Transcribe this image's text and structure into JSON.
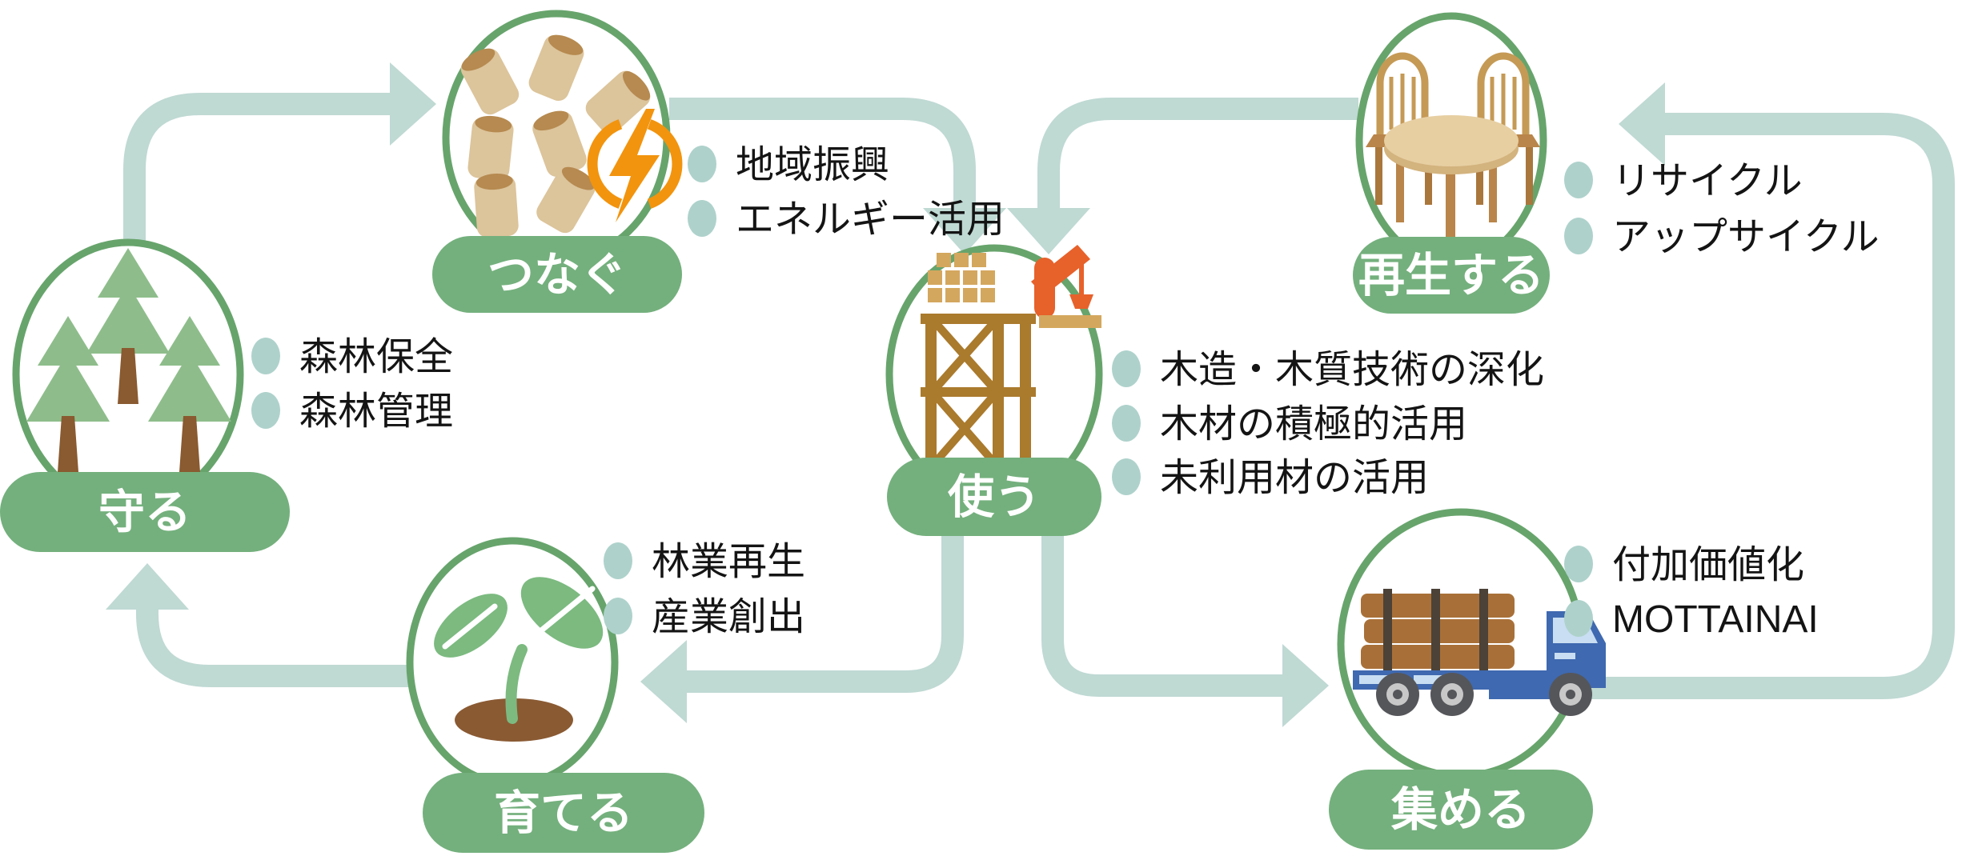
{
  "colors": {
    "arrow": "#bfd9d3",
    "bullet_dot": "#aed2cb",
    "circle_stroke": "#67a46c",
    "pill_green": "#74b07d",
    "pill_text": "#ffffff",
    "text": "#141414",
    "energy_orange": "#f2940e",
    "crane_orange": "#e7612b",
    "wood_brown": "#aa7a2d",
    "tan": "#d4a75e",
    "pellet": "#dcc49b",
    "tree_green": "#8ebd8b",
    "trunk_brown": "#8a5a30",
    "leaf_green": "#7cba80",
    "soil_brown": "#8a5a33",
    "truck_blue": "#3f69b0",
    "log_brown": "#a87038",
    "furniture_tan": "#e7cfa2"
  },
  "nodes": [
    {
      "id": "mamoru",
      "label": "守る",
      "icon": "forest-icon",
      "bullets": [
        "森林保全",
        "森林管理"
      ]
    },
    {
      "id": "tsunagu",
      "label": "つなぐ",
      "icon": "wood-pellets-energy-icon",
      "bullets": [
        "地域振興",
        "エネルギー活用"
      ]
    },
    {
      "id": "tsukau",
      "label": "使う",
      "icon": "timber-construction-icon",
      "bullets": [
        "木造・木質技術の深化",
        "木材の積極的活用",
        "未利用材の活用"
      ]
    },
    {
      "id": "saisei",
      "label": "再生する",
      "icon": "table-chairs-icon",
      "bullets": [
        "リサイクル",
        "アップサイクル"
      ]
    },
    {
      "id": "atsumeru",
      "label": "集める",
      "icon": "log-truck-icon",
      "bullets": [
        "付加価値化",
        "MOTTAINAI"
      ]
    },
    {
      "id": "sodateru",
      "label": "育てる",
      "icon": "seedling-icon",
      "bullets": [
        "林業再生",
        "産業創出"
      ]
    }
  ],
  "flows": [
    {
      "from": "守る",
      "to": "つなぐ"
    },
    {
      "from": "つなぐ",
      "to": "使う"
    },
    {
      "from": "再生する",
      "to": "使う"
    },
    {
      "from": "使う",
      "to": "育てる"
    },
    {
      "from": "使う",
      "to": "集める"
    },
    {
      "from": "集める",
      "to": "再生する"
    },
    {
      "from": "育てる",
      "to": "守る"
    }
  ]
}
